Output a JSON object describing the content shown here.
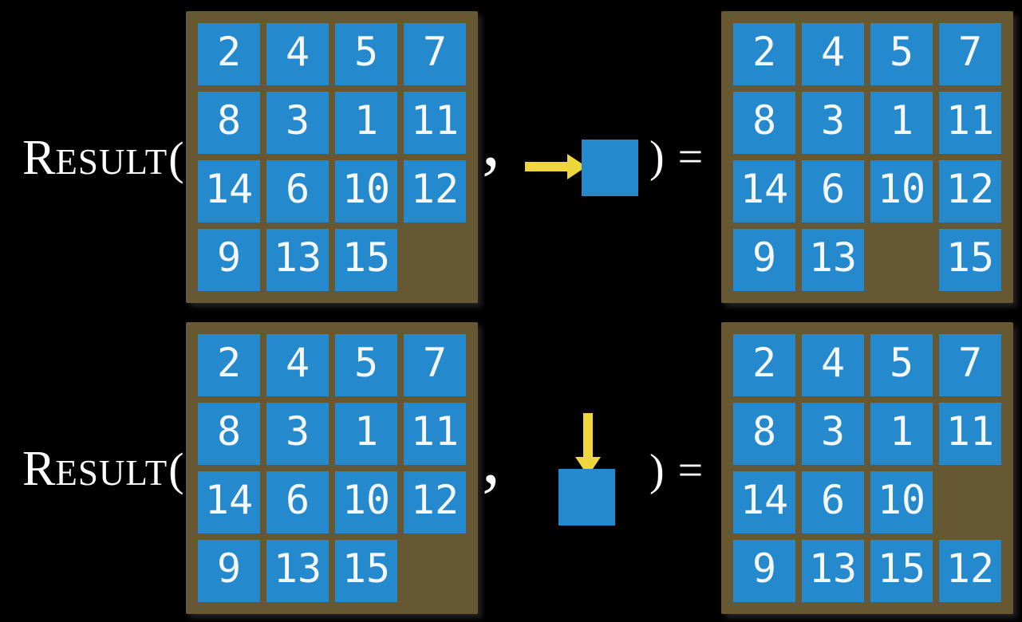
{
  "colors": {
    "background": "#000000",
    "frame": "#675834",
    "tile": "#2589ce",
    "tile_text": "#f5f8fa",
    "arrow": "#efd63c",
    "label_text": "#ffffff"
  },
  "rows": [
    {
      "function_label": {
        "cap": "R",
        "rest": "ESULT",
        "open_paren": "("
      },
      "comma": ",",
      "move": {
        "direction": "right",
        "icon": "arrow-right-into-blank-tile"
      },
      "close_paren": ")",
      "equals": "=",
      "input_grid": [
        [
          2,
          4,
          5,
          7
        ],
        [
          8,
          3,
          1,
          11
        ],
        [
          14,
          6,
          10,
          12
        ],
        [
          9,
          13,
          15,
          null
        ]
      ],
      "output_grid": [
        [
          2,
          4,
          5,
          7
        ],
        [
          8,
          3,
          1,
          11
        ],
        [
          14,
          6,
          10,
          12
        ],
        [
          9,
          13,
          null,
          15
        ]
      ]
    },
    {
      "function_label": {
        "cap": "R",
        "rest": "ESULT",
        "open_paren": "("
      },
      "comma": ",",
      "move": {
        "direction": "down",
        "icon": "arrow-down-into-blank-tile"
      },
      "close_paren": ")",
      "equals": "=",
      "input_grid": [
        [
          2,
          4,
          5,
          7
        ],
        [
          8,
          3,
          1,
          11
        ],
        [
          14,
          6,
          10,
          12
        ],
        [
          9,
          13,
          15,
          null
        ]
      ],
      "output_grid": [
        [
          2,
          4,
          5,
          7
        ],
        [
          8,
          3,
          1,
          11
        ],
        [
          14,
          6,
          10,
          null
        ],
        [
          9,
          13,
          15,
          12
        ]
      ]
    }
  ]
}
